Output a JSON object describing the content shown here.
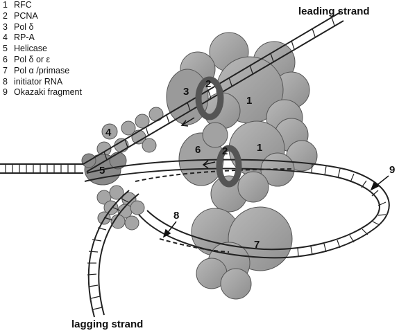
{
  "legend": {
    "items": [
      {
        "num": "1",
        "label": "RFC"
      },
      {
        "num": "2",
        "label": "PCNA"
      },
      {
        "num": "3",
        "label": "Pol δ"
      },
      {
        "num": "4",
        "label": "RP-A"
      },
      {
        "num": "5",
        "label": "Helicase"
      },
      {
        "num": "6",
        "label": "Pol δ or ε"
      },
      {
        "num": "7",
        "label": "Pol α /primase"
      },
      {
        "num": "8",
        "label": "initiator RNA"
      },
      {
        "num": "9",
        "label": "Okazaki fragment"
      }
    ]
  },
  "labels": {
    "leading_strand": "leading strand",
    "lagging_strand": "lagging strand"
  },
  "markers": {
    "m1a": "1",
    "m1b": "1",
    "m2a": "2",
    "m2b": "2",
    "m3": "3",
    "m4": "4",
    "m5": "5",
    "m6": "6",
    "m7": "7",
    "m8": "8",
    "m9": "9"
  },
  "colors": {
    "protein_fill": "#a9a9a9",
    "protein_dark": "#777777",
    "protein_stroke": "#444444",
    "strand": "#222222",
    "pcna_ring": "#555555"
  }
}
